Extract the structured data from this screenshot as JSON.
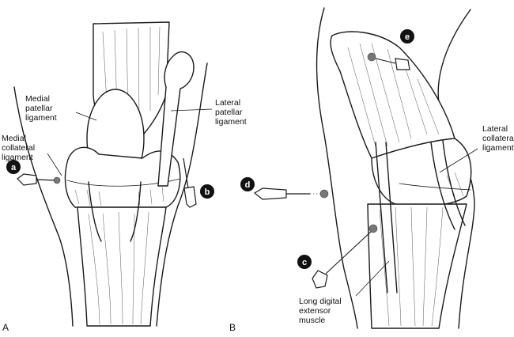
{
  "panels": {
    "a": "A",
    "b": "B"
  },
  "labels": {
    "medial_patellar": [
      "Medial",
      "patellar",
      "ligament"
    ],
    "medial_collateral": [
      "Medial",
      "collateral",
      "ligament"
    ],
    "lateral_patellar": [
      "Lateral",
      "patellar",
      "ligament"
    ],
    "lateral_collateral": [
      "Lateral",
      "collateral",
      "ligament"
    ],
    "long_digital": [
      "Long digital",
      "extensor",
      "muscle"
    ]
  },
  "markers": {
    "a": "a",
    "b": "b",
    "c": "c",
    "d": "d",
    "e": "e"
  }
}
